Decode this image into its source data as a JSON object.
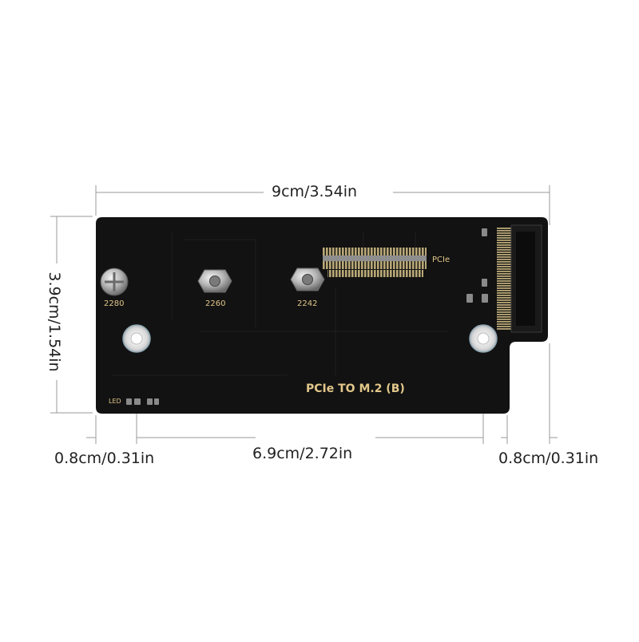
{
  "dimensions": {
    "total_width": "9cm/3.54in",
    "height": "3.9cm/1.54in",
    "left_offset": "0.8cm/0.31in",
    "hole_spacing": "6.9cm/2.72in",
    "right_offset": "0.8cm/0.31in"
  },
  "board": {
    "title": "PCIe TO M.2 (B)",
    "pcie_label": "PCIe",
    "led_label": "LED",
    "standoff_labels": [
      "2280",
      "2260",
      "2242"
    ]
  },
  "colors": {
    "board": "#121212",
    "silkscreen": "#e2c78a",
    "dimension_line": "#9a9a9a",
    "gold_pins": "#b9a877"
  }
}
